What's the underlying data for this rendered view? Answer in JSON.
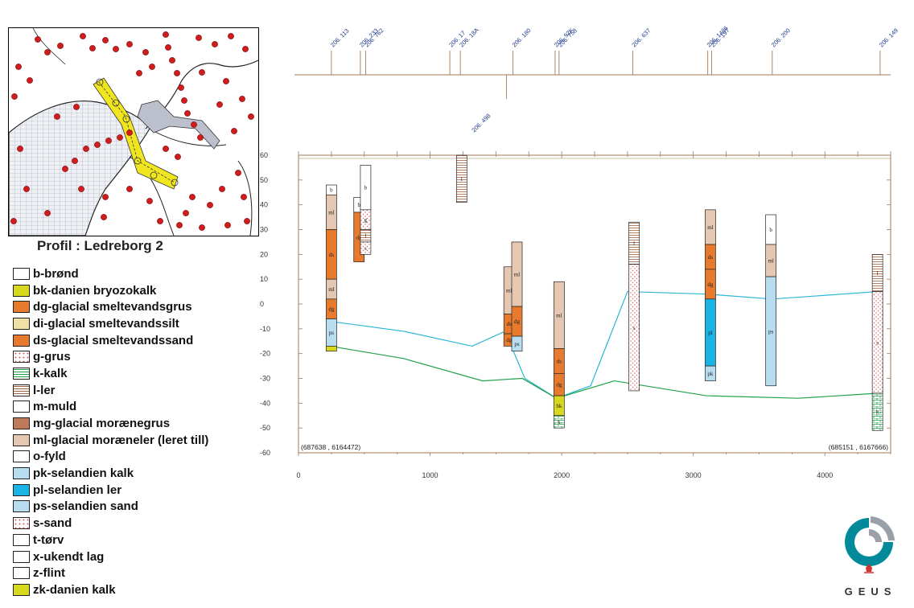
{
  "profile_title": "Profil : Ledreborg 2",
  "legend": [
    {
      "code": "b",
      "label": "b-brønd",
      "color": "#ffffff",
      "pattern": "none"
    },
    {
      "code": "bk",
      "label": "bk-danien bryozokalk",
      "color": "#d8d81e",
      "pattern": "none"
    },
    {
      "code": "dg",
      "label": "dg-glacial smeltevandsgrus",
      "color": "#e87a2e",
      "pattern": "none"
    },
    {
      "code": "di",
      "label": "di-glacial smeltevandssilt",
      "color": "#efe0a8",
      "pattern": "none"
    },
    {
      "code": "ds",
      "label": "ds-glacial smeltevandssand",
      "color": "#e87a2e",
      "pattern": "none"
    },
    {
      "code": "g",
      "label": "g-grus",
      "color": "#ffffff",
      "pattern": "dots"
    },
    {
      "code": "k",
      "label": "k-kalk",
      "color": "#ffffff",
      "pattern": "bricks"
    },
    {
      "code": "l",
      "label": "l-ler",
      "color": "#ffffff",
      "pattern": "lines"
    },
    {
      "code": "m",
      "label": "m-muld",
      "color": "#ffffff",
      "pattern": "none"
    },
    {
      "code": "mg",
      "label": "mg-glacial morænegrus",
      "color": "#bf7a5a",
      "pattern": "none"
    },
    {
      "code": "ml",
      "label": "ml-glacial moræneler (leret till)",
      "color": "#e6c8b2",
      "pattern": "none"
    },
    {
      "code": "o",
      "label": "o-fyld",
      "color": "#ffffff",
      "pattern": "none"
    },
    {
      "code": "pk",
      "label": "pk-selandien kalk",
      "color": "#b8dcf0",
      "pattern": "none"
    },
    {
      "code": "pl",
      "label": "pl-selandien ler",
      "color": "#1bb4e6",
      "pattern": "none"
    },
    {
      "code": "ps",
      "label": "ps-selandien sand",
      "color": "#b8dcf0",
      "pattern": "none"
    },
    {
      "code": "s",
      "label": "s-sand",
      "color": "#ffffff",
      "pattern": "dots"
    },
    {
      "code": "t",
      "label": "t-tørv",
      "color": "#ffffff",
      "pattern": "none"
    },
    {
      "code": "x",
      "label": "x-ukendt lag",
      "color": "#ffffff",
      "pattern": "none"
    },
    {
      "code": "z",
      "label": "z-flint",
      "color": "#ffffff",
      "pattern": "none"
    },
    {
      "code": "zk",
      "label": "zk-danien kalk",
      "color": "#d8d81e",
      "pattern": "none"
    }
  ],
  "chart_data": {
    "type": "line",
    "xlim": [
      0,
      4500
    ],
    "ylim": [
      -60,
      60
    ],
    "x_ticks": [
      0,
      1000,
      2000,
      3000,
      4000
    ],
    "y_ticks": [
      60,
      50,
      40,
      30,
      20,
      10,
      0,
      -10,
      -20,
      -30,
      -40,
      -50,
      -60
    ],
    "start_coord": "(687638 , 6164472)",
    "end_coord": "(685151 , 6167666)",
    "well_labels_above": [
      {
        "label": "206. 113",
        "x": 250
      },
      {
        "label": "206. 233",
        "x": 470
      },
      {
        "label": "206. 762",
        "x": 510
      },
      {
        "label": "206. 17",
        "x": 1150
      },
      {
        "label": "206. 18A",
        "x": 1230
      },
      {
        "label": "206. 180",
        "x": 1630
      },
      {
        "label": "206. 92K",
        "x": 1950
      },
      {
        "label": "206. 758",
        "x": 1980
      },
      {
        "label": "206. 637",
        "x": 2540
      },
      {
        "label": "206. 1486",
        "x": 3110
      },
      {
        "label": "206. 197",
        "x": 3140
      },
      {
        "label": "206. 200",
        "x": 3600
      },
      {
        "label": "206. 149",
        "x": 4420
      }
    ],
    "well_labels_below": [
      {
        "label": "206. 498",
        "x": 1580
      }
    ],
    "surfaces": [
      {
        "name": "",
        "color": "#2bb6d4",
        "points": [
          [
            240,
            -7
          ],
          [
            800,
            -11
          ],
          [
            1320,
            -17
          ],
          [
            1570,
            -11
          ],
          [
            1720,
            -30
          ],
          [
            1960,
            -38
          ],
          [
            2220,
            -33
          ],
          [
            2500,
            5
          ],
          [
            3100,
            4
          ],
          [
            3600,
            2
          ],
          [
            4400,
            5
          ]
        ]
      },
      {
        "name": "",
        "color": "#22a04a",
        "points": [
          [
            240,
            -17
          ],
          [
            800,
            -22
          ],
          [
            1400,
            -31
          ],
          [
            1700,
            -30
          ],
          [
            1960,
            -38
          ],
          [
            2400,
            -31
          ],
          [
            3100,
            -37
          ],
          [
            3800,
            -38
          ],
          [
            4400,
            -36
          ]
        ]
      }
    ],
    "boreholes": [
      {
        "x": 250,
        "top": 48,
        "layers": [
          [
            "b",
            48,
            44
          ],
          [
            "ml",
            44,
            30
          ],
          [
            "ds",
            30,
            10
          ],
          [
            "ml",
            10,
            2
          ],
          [
            "dg",
            2,
            -6
          ],
          [
            "ps",
            -6,
            -17
          ],
          [
            "zk",
            -17,
            -19
          ]
        ]
      },
      {
        "x": 460,
        "top": 43,
        "layers": [
          [
            "b",
            43,
            37
          ],
          [
            "dg",
            37,
            17
          ]
        ]
      },
      {
        "x": 510,
        "top": 56,
        "layers": [
          [
            "b",
            56,
            38
          ],
          [
            "g",
            38,
            30
          ],
          [
            "l",
            30,
            25
          ],
          [
            "s",
            25,
            20
          ]
        ]
      },
      {
        "x": 1240,
        "top": 60,
        "layers": [
          [
            "l",
            60,
            41
          ]
        ]
      },
      {
        "x": 1600,
        "top": 15,
        "layers": [
          [
            "ml",
            15,
            -4
          ],
          [
            "ds",
            -4,
            -12
          ],
          [
            "dg",
            -12,
            -17
          ]
        ]
      },
      {
        "x": 1660,
        "top": 25,
        "layers": [
          [
            "ml",
            25,
            -1
          ],
          [
            "dg",
            -1,
            -13
          ],
          [
            "ps",
            -13,
            -19
          ]
        ]
      },
      {
        "x": 1980,
        "top": 9,
        "layers": [
          [
            "ml",
            9,
            -18
          ],
          [
            "ds",
            -18,
            -28
          ],
          [
            "dg",
            -28,
            -37
          ],
          [
            "bk",
            -37,
            -45
          ],
          [
            "k",
            -45,
            -50
          ]
        ]
      },
      {
        "x": 2550,
        "top": 33,
        "layers": [
          [
            "l",
            33,
            16
          ],
          [
            "s",
            16,
            -35
          ]
        ]
      },
      {
        "x": 3130,
        "top": 38,
        "layers": [
          [
            "ml",
            38,
            24
          ],
          [
            "ds",
            24,
            14
          ],
          [
            "dg",
            14,
            2
          ],
          [
            "pl",
            2,
            -25
          ],
          [
            "pk",
            -25,
            -31
          ]
        ]
      },
      {
        "x": 3590,
        "top": 36,
        "layers": [
          [
            "b",
            36,
            24
          ],
          [
            "ml",
            24,
            11
          ],
          [
            "ps",
            11,
            -33
          ]
        ]
      },
      {
        "x": 4400,
        "top": 20,
        "layers": [
          [
            "l",
            20,
            5
          ],
          [
            "s",
            5,
            -36
          ],
          [
            "k",
            -36,
            -51
          ]
        ]
      }
    ]
  },
  "logo_text": "GEUS"
}
